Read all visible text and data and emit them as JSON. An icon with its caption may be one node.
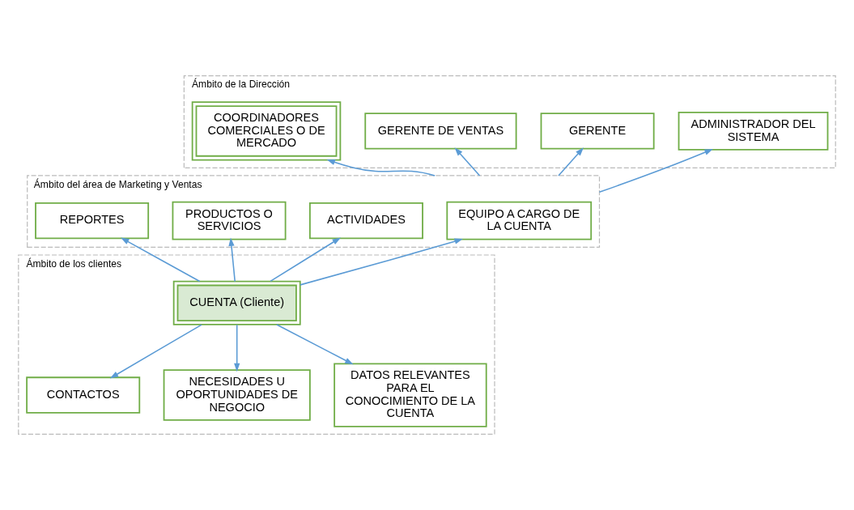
{
  "diagram": {
    "nodes": [
      {
        "text": [
          "Ámbito de la Dirección"
        ]
      },
      {
        "text": [
          "ADMINISTRADOR DEL SISTEMA"
        ],
        "in": 0
      },
      {
        "text": [
          "GERENTE"
        ],
        "in": 0
      },
      {
        "text": [
          "GERENTE DE VENTAS"
        ],
        "in": 0
      },
      {
        "text": [
          "COORDINADORES COMERCIALES O DE MERCADO"
        ],
        "in": 0
      },
      {
        "text": [
          "Ámbito del área de Marketing y Ventas"
        ]
      },
      {
        "text": [
          "EQUIPO A CARGO DE LA CUENTA"
        ],
        "in": 5
      },
      {
        "text": [
          "ACTIVIDADES"
        ],
        "in": 5
      },
      {
        "text": [
          "PRODUCTOS O SERVICIOS"
        ],
        "in": 5
      },
      {
        "text": [
          "REPORTES"
        ],
        "in": 5
      },
      {
        "text": [
          "Ámbito de los clientes"
        ]
      },
      {
        "text": [
          "CUENTA (Cliente)"
        ],
        "in": 10
      },
      {
        "text": [
          "CONTACTOS"
        ],
        "in": 10
      },
      {
        "text": [
          "NECESIDADES U OPORTUNIDADES DE NEGOCIO"
        ],
        "in": 10
      },
      {
        "text": [
          "DATOS RELEVANTES PARA EL CONOCIMIENTO DE LA CUENTA"
        ],
        "in": 10
      }
    ],
    "edges": [
      {
        "from": 5,
        "to": 1,
        "arrow": "to"
      },
      {
        "from": 5,
        "to": 2,
        "arrow": "to"
      },
      {
        "from": 5,
        "to": 3,
        "arrow": "to"
      },
      {
        "from": 5,
        "to": 4,
        "arrow": "to"
      },
      {
        "from": 11,
        "to": 6,
        "arrow": "to"
      },
      {
        "from": 11,
        "to": 7,
        "arrow": "to"
      },
      {
        "from": 11,
        "to": 8,
        "arrow": "to"
      },
      {
        "from": 11,
        "to": 9,
        "arrow": "to"
      },
      {
        "from": 11,
        "to": 12,
        "arrow": "to"
      },
      {
        "from": 11,
        "to": 13,
        "arrow": "to"
      },
      {
        "from": 11,
        "to": 14,
        "arrow": "to"
      }
    ]
  }
}
